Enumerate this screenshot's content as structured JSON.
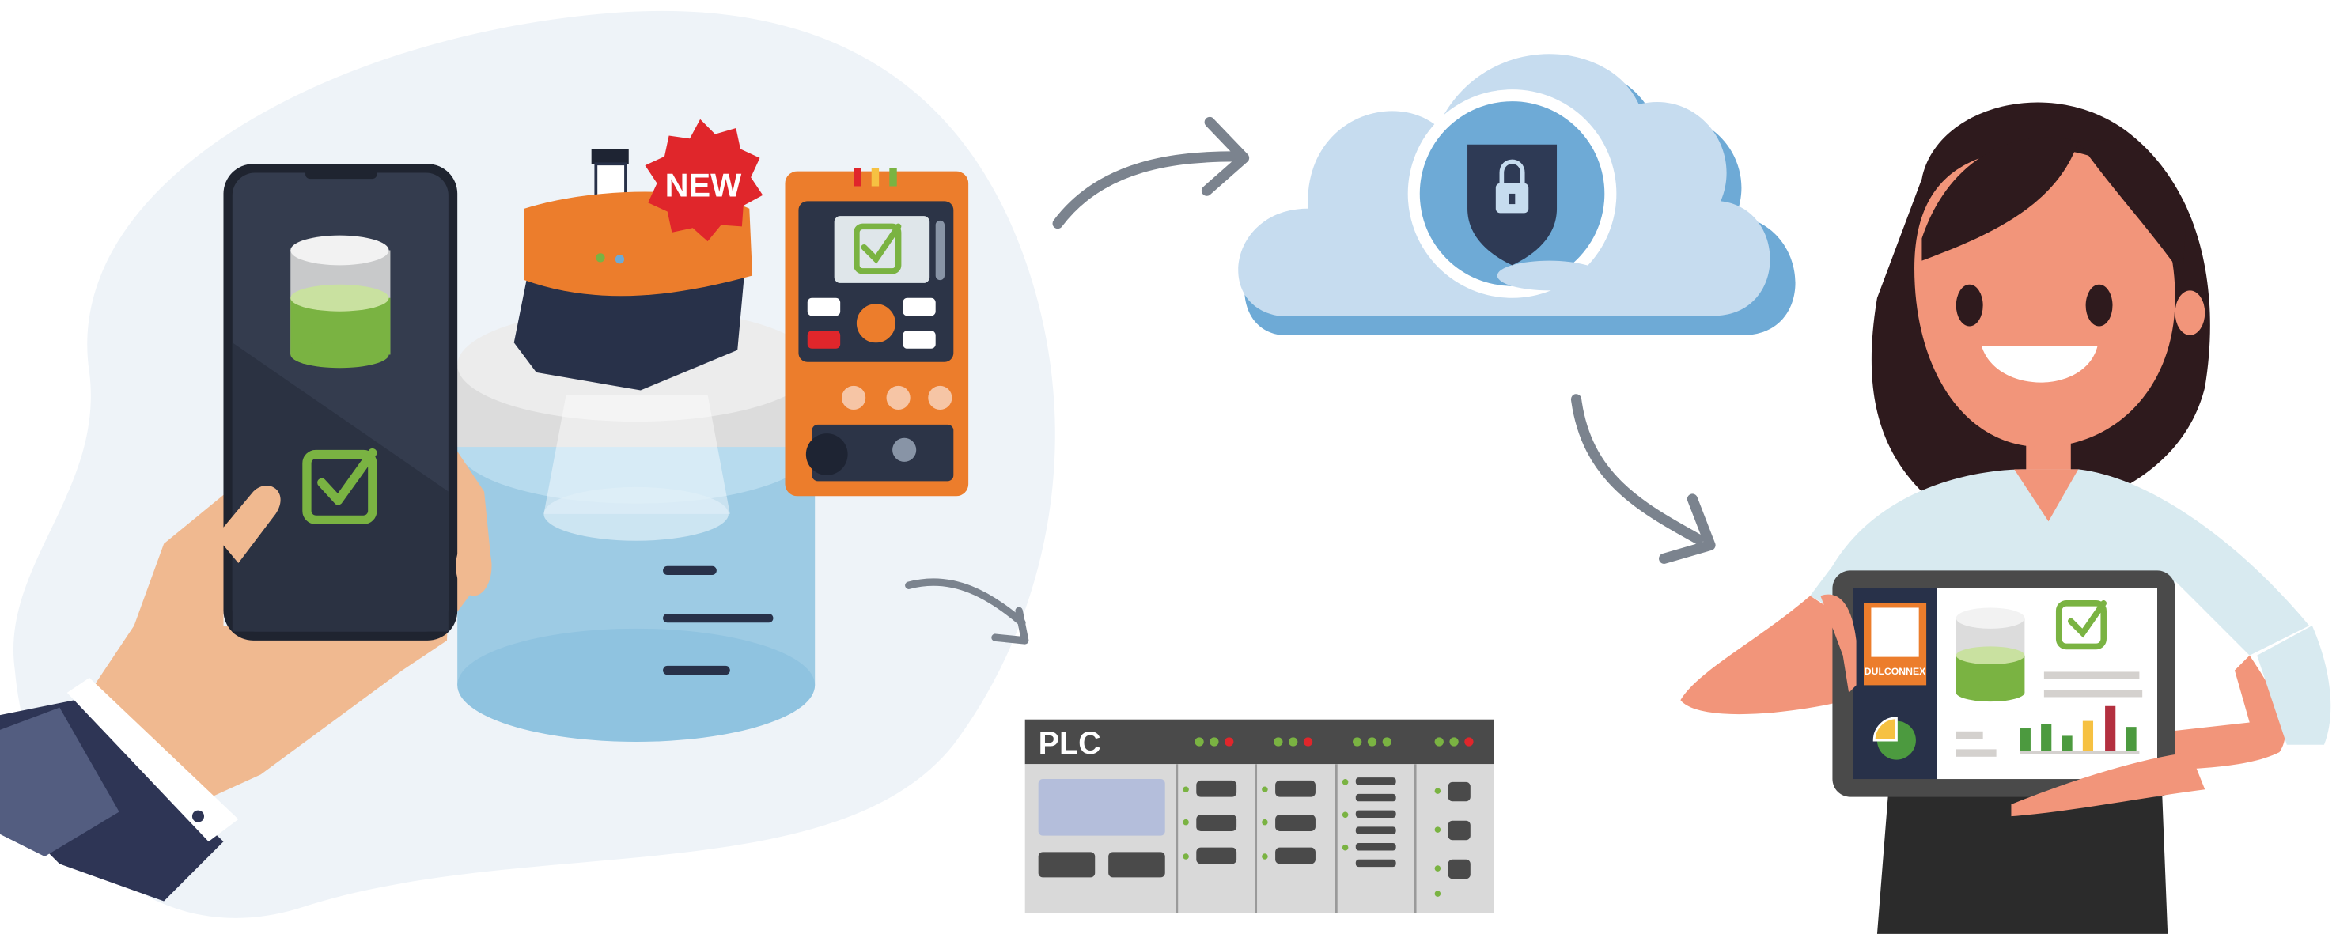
{
  "badge": {
    "text": "NEW"
  },
  "plc": {
    "label": "PLC"
  },
  "tablet": {
    "brand": "DULCONNEX"
  },
  "colors": {
    "background_blob": "#eef3f8",
    "accent_orange": "#ec7d2c",
    "check_green": "#7ab342",
    "badge_red": "#e0262b",
    "cloud": "#c6dcef",
    "cloud_shade": "#6eaad6",
    "arrow": "#7b838e",
    "dark_navy": "#283149"
  },
  "icons": [
    "battery-level-icon",
    "checkbox-icon",
    "shield-lock-icon",
    "pie-chart-icon",
    "bar-chart-icon"
  ]
}
